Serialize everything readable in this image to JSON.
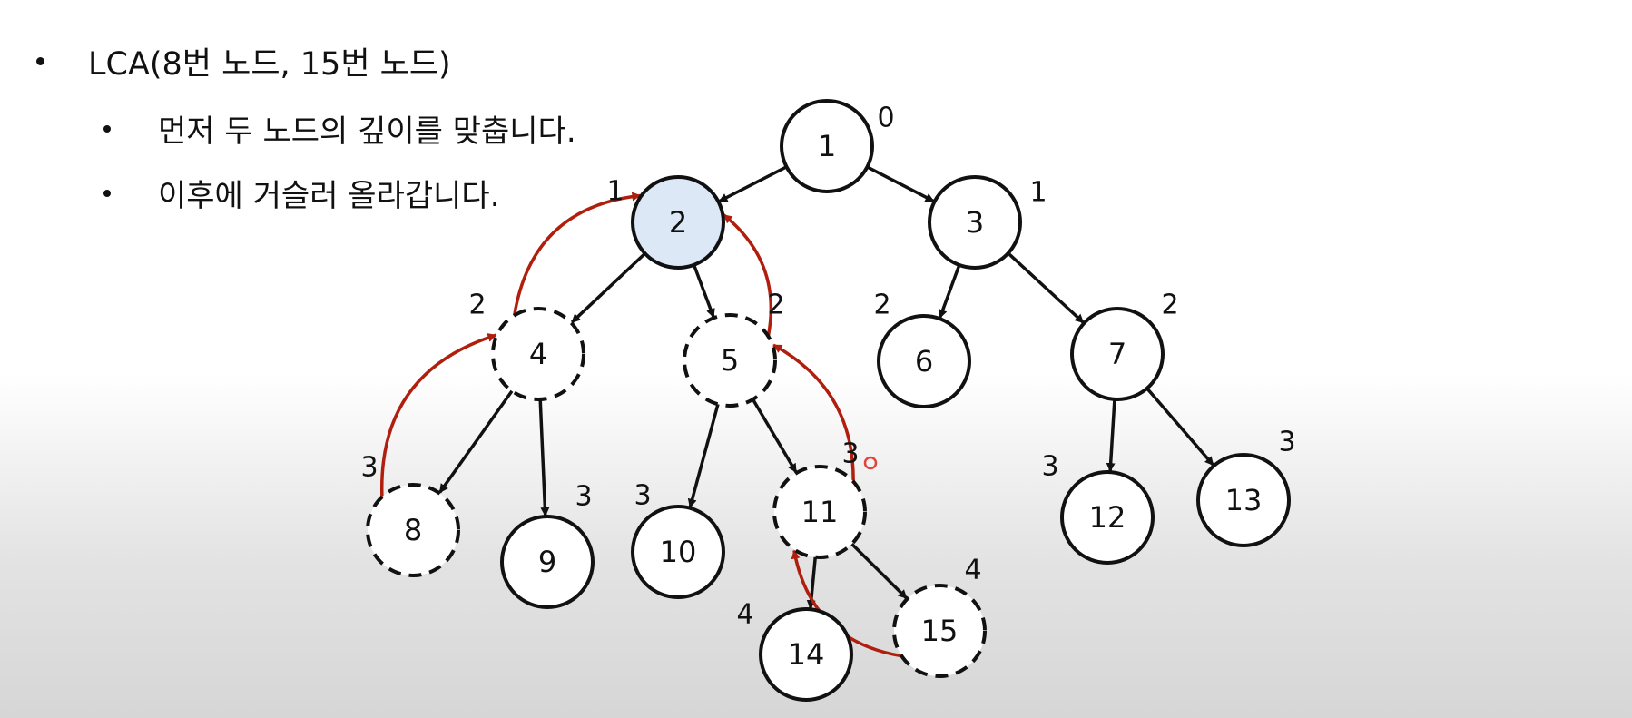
{
  "bullets": {
    "main": "LCA(8번 노드, 15번 노드)",
    "sub": [
      "먼저 두 노드의 깊이를 맞춥니다.",
      "이후에 거슬러 올라갑니다."
    ]
  },
  "tree": {
    "nodes": [
      {
        "id": "1",
        "depth": "0",
        "style": "solid"
      },
      {
        "id": "2",
        "depth": "1",
        "style": "highlight"
      },
      {
        "id": "3",
        "depth": "1",
        "style": "solid"
      },
      {
        "id": "4",
        "depth": "2",
        "style": "dashed"
      },
      {
        "id": "5",
        "depth": "2",
        "style": "dashed"
      },
      {
        "id": "6",
        "depth": "2",
        "style": "solid"
      },
      {
        "id": "7",
        "depth": "2",
        "style": "solid"
      },
      {
        "id": "8",
        "depth": "3",
        "style": "dashed"
      },
      {
        "id": "9",
        "depth": "3",
        "style": "solid"
      },
      {
        "id": "10",
        "depth": "3",
        "style": "solid"
      },
      {
        "id": "11",
        "depth": "3",
        "style": "dashed"
      },
      {
        "id": "12",
        "depth": "3",
        "style": "solid"
      },
      {
        "id": "13",
        "depth": "3",
        "style": "solid"
      },
      {
        "id": "14",
        "depth": "4",
        "style": "solid"
      },
      {
        "id": "15",
        "depth": "4",
        "style": "dashed"
      }
    ],
    "edges": [
      [
        "1",
        "2"
      ],
      [
        "1",
        "3"
      ],
      [
        "2",
        "4"
      ],
      [
        "2",
        "5"
      ],
      [
        "3",
        "6"
      ],
      [
        "3",
        "7"
      ],
      [
        "4",
        "8"
      ],
      [
        "4",
        "9"
      ],
      [
        "5",
        "10"
      ],
      [
        "5",
        "11"
      ],
      [
        "7",
        "12"
      ],
      [
        "7",
        "13"
      ],
      [
        "11",
        "14"
      ],
      [
        "11",
        "15"
      ]
    ],
    "climb_arrows": [
      [
        "8",
        "4"
      ],
      [
        "4",
        "2"
      ],
      [
        "15",
        "11"
      ],
      [
        "11",
        "5"
      ],
      [
        "5",
        "2"
      ]
    ]
  },
  "colors": {
    "edge": "#111111",
    "climb_arrow": "#b01e0e",
    "lca_fill": "#dce8f6",
    "node_fill": "#ffffff",
    "pointer_dot": "#e0443a"
  }
}
